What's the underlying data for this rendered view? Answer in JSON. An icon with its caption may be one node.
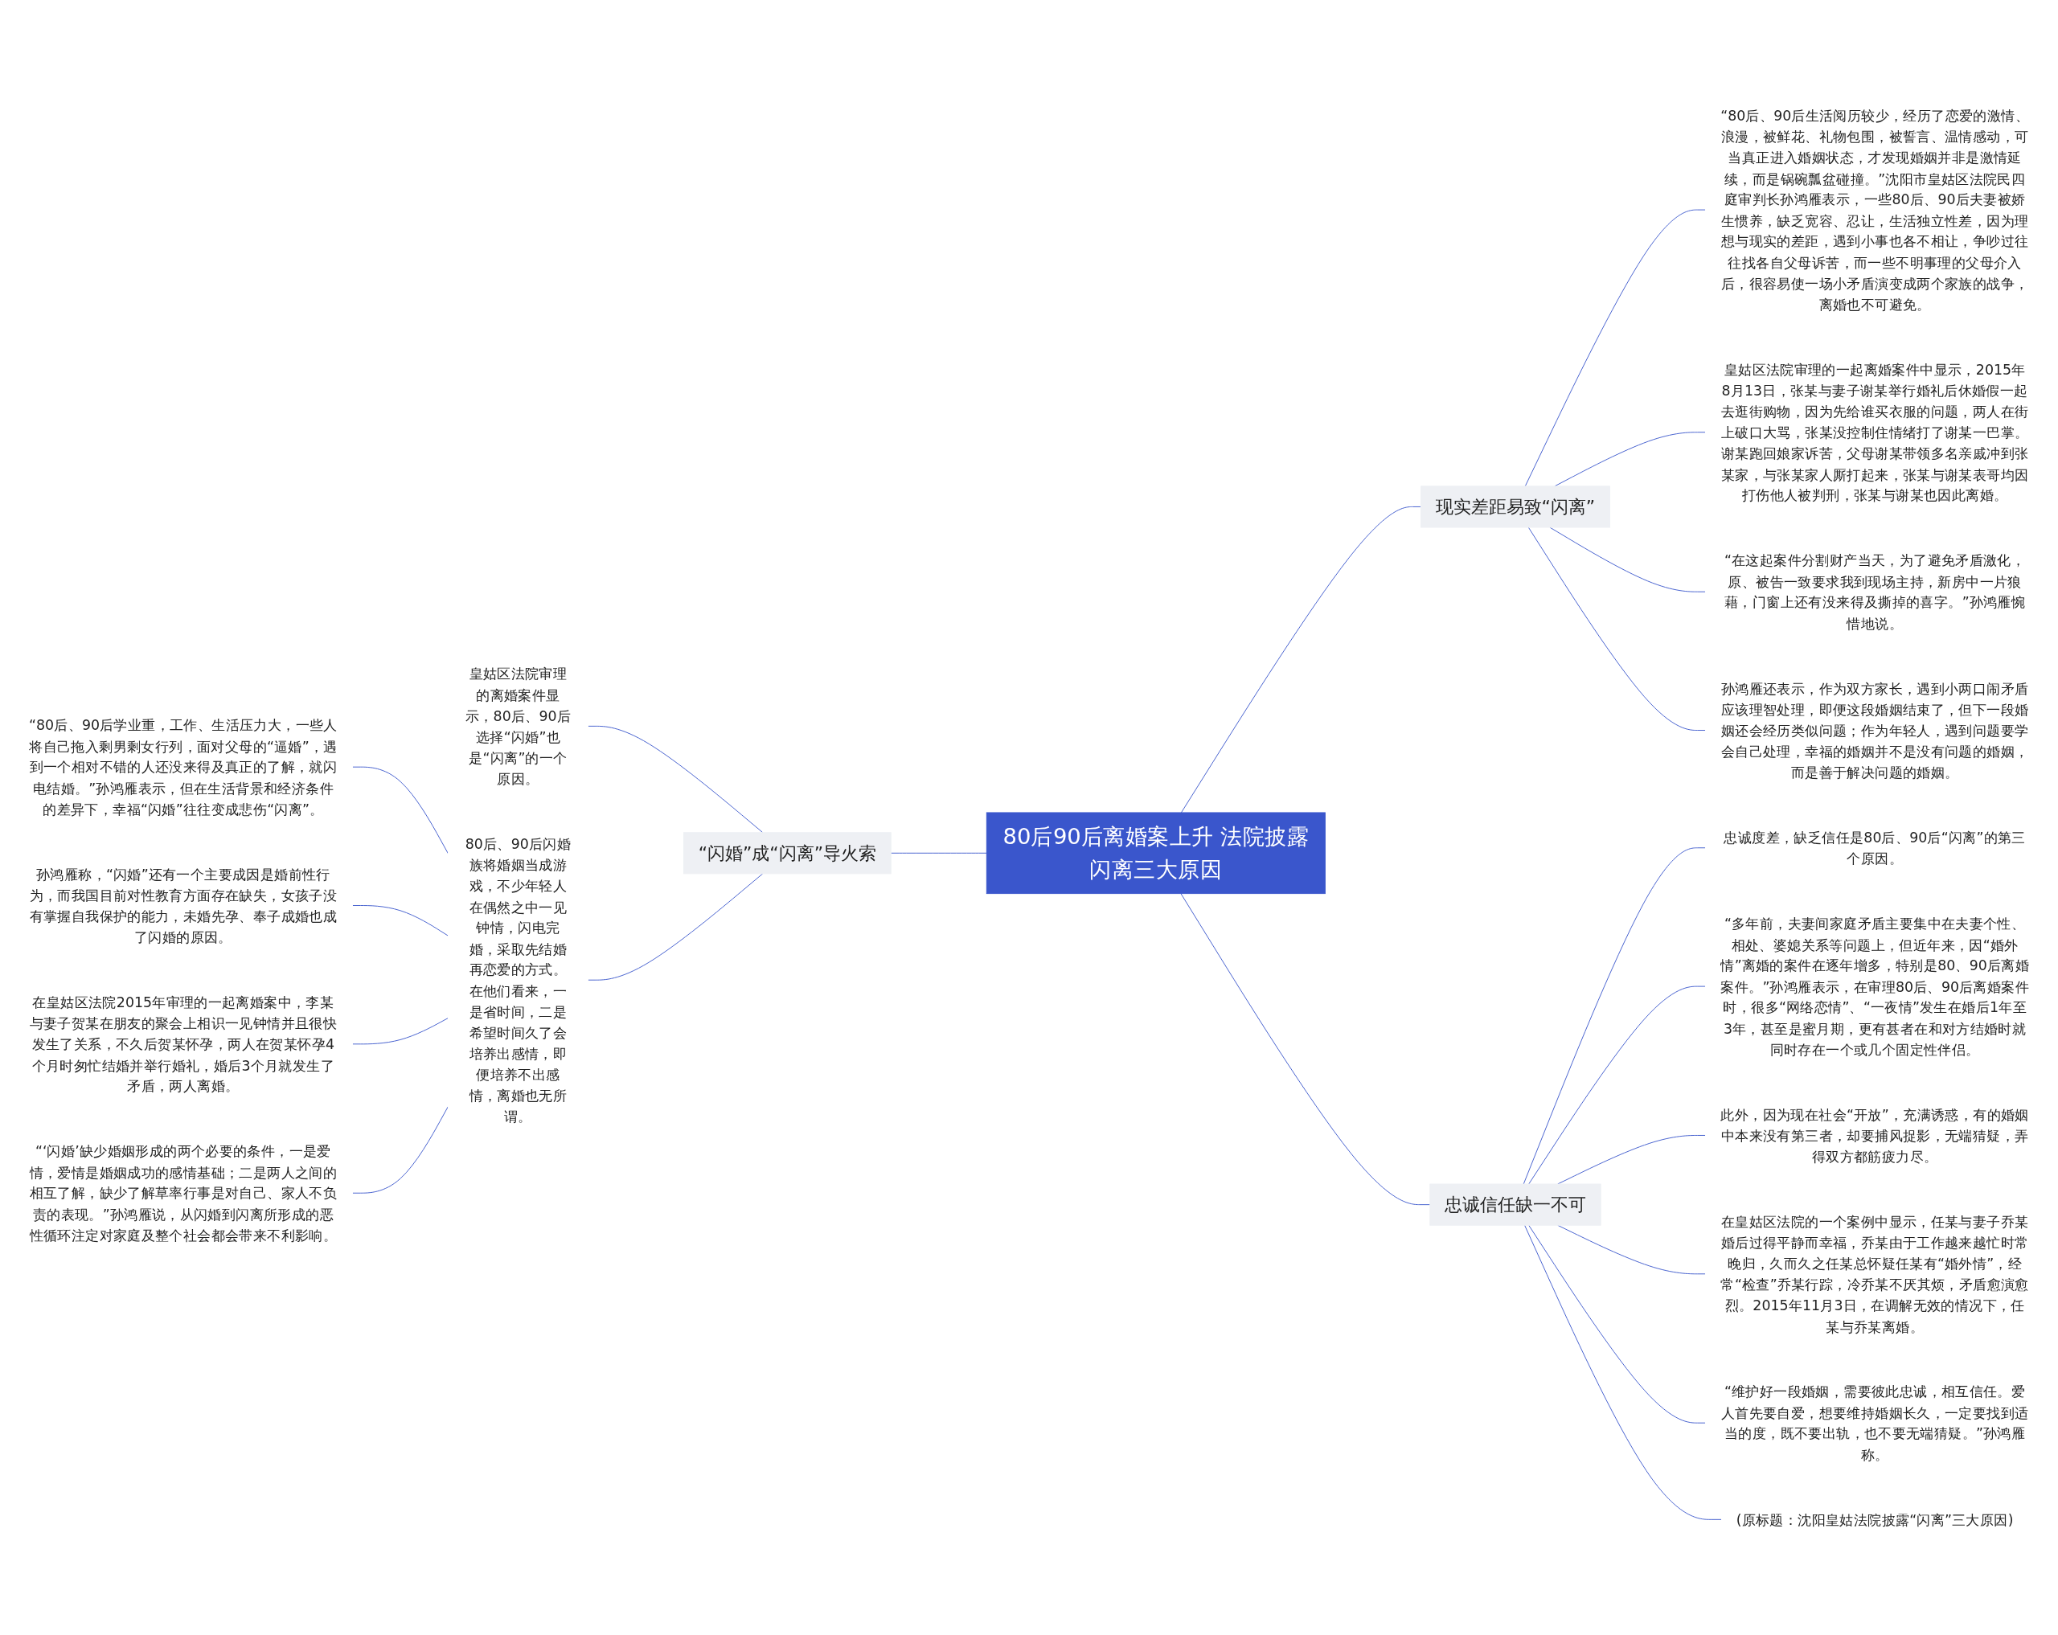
{
  "diagram": {
    "nodes": [
      {
        "text": [
          "80后90后离婚案上升 法院披露闪离三大原因"
        ]
      },
      {
        "text": [
          "“闪婚”成“闪离”导火索"
        ]
      },
      {
        "text": [
          "皇姑区法院审理的离婚案件显示，80后、90后选择“闪婚”也是“闪离”的一个原因。"
        ]
      },
      {
        "text": [
          "80后、90后闪婚族将婚姻当成游戏，不少年轻人在偶然之中一见钟情，闪电完婚，采取先结婚再恋爱的方式。在他们看来，一是省时间，二是希望时间久了会培养出感情，即便培养不出感情，离婚也无所谓。"
        ]
      },
      {
        "text": [
          "“80后、90后学业重，工作、生活压力大，一些人将自己拖入剩男剩女行列，面对父母的“逼婚”，遇到一个相对不错的人还没来得及真正的了解，就闪电结婚。”孙鸿雁表示，但在生活背景和经济条件的差异下，幸福“闪婚”往往变成悲伤“闪离”。"
        ]
      },
      {
        "text": [
          "孙鸿雁称，“闪婚”还有一个主要成因是婚前性行为，而我国目前对性教育方面存在缺失，女孩子没有掌握自我保护的能力，未婚先孕、奉子成婚也成了闪婚的原因。"
        ]
      },
      {
        "text": [
          "在皇姑区法院2015年审理的一起离婚案中，李某与妻子贺某在朋友的聚会上相识一见钟情并且很快发生了关系，不久后贺某怀孕，两人在贺某怀孕4个月时匆忙结婚并举行婚礼，婚后3个月就发生了矛盾，两人离婚。"
        ]
      },
      {
        "text": [
          "“‘闪婚’缺少婚姻形成的两个必要的条件，一是爱情，爱情是婚姻成功的感情基础；二是两人之间的相互了解，缺少了解草率行事是对自己、家人不负责的表现。”孙鸿雁说，从闪婚到闪离所形成的恶性循环注定对家庭及整个社会都会带来不利影响。"
        ]
      },
      {
        "text": [
          "现实差距易致“闪离”"
        ]
      },
      {
        "text": [
          "“80后、90后生活阅历较少，经历了恋爱的激情、浪漫，被鲜花、礼物包围，被誓言、温情感动，可当真正进入婚姻状态，才发现婚姻并非是激情延续，而是锅碗瓢盆碰撞。”沈阳市皇姑区法院民四庭审判长孙鸿雁表示，一些80后、90后夫妻被娇生惯养，缺乏宽容、忍让，生活独立性差，因为理想与现实的差距，遇到小事也各不相让，争吵过往往找各自父母诉苦，而一些不明事理的父母介入后，很容易使一场小矛盾演变成两个家族的战争，离婚也不可避免。"
        ]
      },
      {
        "text": [
          "皇姑区法院审理的一起离婚案件中显示，2015年8月13日，张某与妻子谢某举行婚礼后休婚假一起去逛街购物，因为先给谁买衣服的问题，两人在街上破口大骂，张某没控制住情绪打了谢某一巴掌。谢某跑回娘家诉苦，父母谢某带领多名亲戚冲到张某家，与张某家人厮打起来，张某与谢某表哥均因打伤他人被判刑，张某与谢某也因此离婚。"
        ]
      },
      {
        "text": [
          "“在这起案件分割财产当天，为了避免矛盾激化，原、被告一致要求我到现场主持，新房中一片狼藉，门窗上还有没来得及撕掉的喜字。”孙鸿雁惋惜地说。"
        ]
      },
      {
        "text": [
          "孙鸿雁还表示，作为双方家长，遇到小两口闹矛盾应该理智处理，即便这段婚姻结束了，但下一段婚姻还会经历类似问题；作为年轻人，遇到问题要学会自己处理，幸福的婚姻并不是没有问题的婚姻，而是善于解决问题的婚姻。"
        ]
      },
      {
        "text": [
          "忠诚信任缺一不可"
        ]
      },
      {
        "text": [
          "忠诚度差，缺乏信任是80后、90后“闪离”的第三个原因。"
        ]
      },
      {
        "text": [
          "“多年前，夫妻间家庭矛盾主要集中在夫妻个性、相处、婆媳关系等问题上，但近年来，因“婚外情”离婚的案件在逐年增多，特别是80、90后离婚案件。”孙鸿雁表示，在审理80后、90后离婚案件时，很多“网络恋情”、“一夜情”发生在婚后1年至3年，甚至是蜜月期，更有甚者在和对方结婚时就同时存在一个或几个固定性伴侣。"
        ]
      },
      {
        "text": [
          "此外，因为现在社会“开放”，充满诱惑，有的婚姻中本来没有第三者，却要捕风捉影，无端猜疑，弄得双方都筋疲力尽。"
        ]
      },
      {
        "text": [
          "在皇姑区法院的一个案例中显示，任某与妻子乔某婚后过得平静而幸福，乔某由于工作越来越忙时常晚归，久而久之任某总怀疑任某有“婚外情”，经常“检查”乔某行踪，冷乔某不厌其烦，矛盾愈演愈烈。2015年11月3日，在调解无效的情况下，任某与乔某离婚。"
        ]
      },
      {
        "text": [
          "“维护好一段婚姻，需要彼此忠诚，相互信任。爱人首先要自爱，想要维持婚姻长久，一定要找到适当的度，既不要出轨，也不要无端猜疑。”孙鸿雁称。"
        ]
      },
      {
        "text": [
          "(原标题：沈阳皇姑法院披露“闪离”三大原因)"
        ]
      }
    ],
    "edges": [
      {
        "from": 0,
        "to": 1,
        "arrow": "none"
      },
      {
        "from": 1,
        "to": 2,
        "arrow": "none"
      },
      {
        "from": 1,
        "to": 3,
        "arrow": "none"
      },
      {
        "from": 3,
        "to": 4,
        "arrow": "none"
      },
      {
        "from": 3,
        "to": 5,
        "arrow": "none"
      },
      {
        "from": 3,
        "to": 6,
        "arrow": "none"
      },
      {
        "from": 3,
        "to": 7,
        "arrow": "none"
      },
      {
        "from": 0,
        "to": 8,
        "arrow": "none"
      },
      {
        "from": 8,
        "to": 9,
        "arrow": "none"
      },
      {
        "from": 8,
        "to": 10,
        "arrow": "none"
      },
      {
        "from": 8,
        "to": 11,
        "arrow": "none"
      },
      {
        "from": 8,
        "to": 12,
        "arrow": "none"
      },
      {
        "from": 0,
        "to": 13,
        "arrow": "none"
      },
      {
        "from": 13,
        "to": 14,
        "arrow": "none"
      },
      {
        "from": 13,
        "to": 15,
        "arrow": "none"
      },
      {
        "from": 13,
        "to": 16,
        "arrow": "none"
      },
      {
        "from": 13,
        "to": 17,
        "arrow": "none"
      },
      {
        "from": 13,
        "to": 18,
        "arrow": "none"
      },
      {
        "from": 13,
        "to": 19,
        "arrow": "none"
      }
    ]
  }
}
